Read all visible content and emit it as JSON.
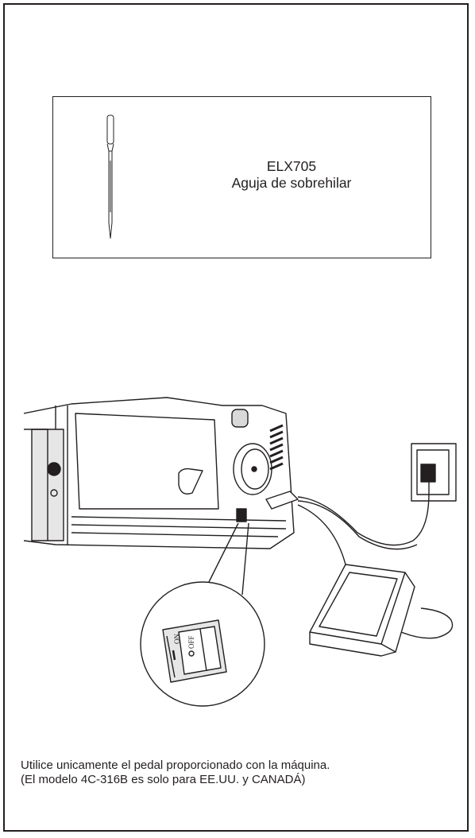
{
  "needle": {
    "model": "ELX705",
    "description": "Aguja de sobrehilar"
  },
  "switch": {
    "on_label": "ON",
    "off_label": "OFF"
  },
  "notes": {
    "line1": "Utilice unicamente el pedal proporcionado con la máquina.",
    "line2": "(El modelo 4C-316B es solo para EE.UU. y CANADÁ)"
  }
}
